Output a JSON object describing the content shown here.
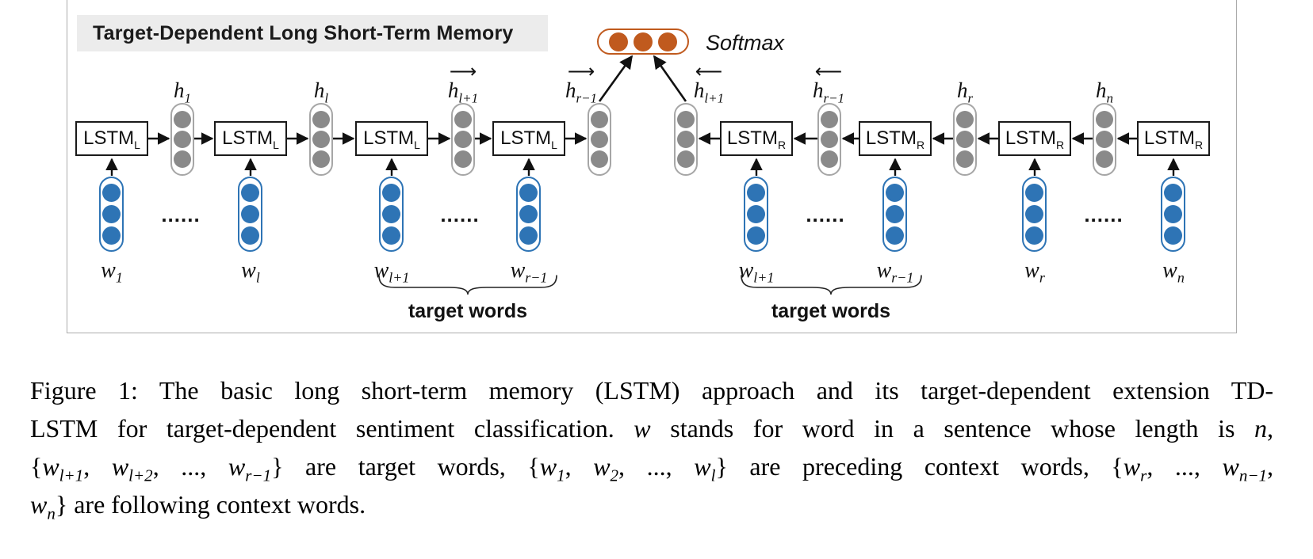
{
  "colors": {
    "input_blue": "#2e74b5",
    "hidden_gray": "#8a8a8a",
    "softmax_orange": "#c05a1e",
    "title_chip_bg": "#ececec",
    "lstm_box_border": "#1a1a1a",
    "figure_border": "#ababab"
  },
  "figure": {
    "title": "Target-Dependent Long Short-Term Memory",
    "softmax_label": "Softmax",
    "ellipsis": "......",
    "target_words_left": "target words",
    "target_words_right": "target words",
    "lstm_units": [
      {
        "label": "LSTM",
        "sub": "L"
      },
      {
        "label": "LSTM",
        "sub": "L"
      },
      {
        "label": "LSTM",
        "sub": "L"
      },
      {
        "label": "LSTM",
        "sub": "L"
      },
      {
        "label": "LSTM",
        "sub": "R"
      },
      {
        "label": "LSTM",
        "sub": "R"
      },
      {
        "label": "LSTM",
        "sub": "R"
      },
      {
        "label": "LSTM",
        "sub": "R"
      }
    ],
    "h_vectors": [
      {
        "base": "h",
        "sub": "1",
        "arrow": ""
      },
      {
        "base": "h",
        "sub": "l",
        "arrow": ""
      },
      {
        "base": "h",
        "sub": "l+1",
        "arrow": "⟶"
      },
      {
        "base": "h",
        "sub": "r−1",
        "arrow": "⟶"
      },
      {
        "base": "h",
        "sub": "l+1",
        "arrow": "⟵"
      },
      {
        "base": "h",
        "sub": "r−1",
        "arrow": "⟵"
      },
      {
        "base": "h",
        "sub": "r",
        "arrow": ""
      },
      {
        "base": "h",
        "sub": "n",
        "arrow": ""
      }
    ],
    "w_inputs": [
      {
        "base": "w",
        "sub": "1"
      },
      {
        "base": "w",
        "sub": "l"
      },
      {
        "base": "w",
        "sub": "l+1"
      },
      {
        "base": "w",
        "sub": "r−1"
      },
      {
        "base": "w",
        "sub": "l+1"
      },
      {
        "base": "w",
        "sub": "r−1"
      },
      {
        "base": "w",
        "sub": "r"
      },
      {
        "base": "w",
        "sub": "n"
      }
    ]
  },
  "caption": {
    "lines": [
      [
        {
          "t": "Figure 1: The basic long short-term memory (LSTM) approach and its target-dependent extension TD-"
        }
      ],
      [
        {
          "t": "LSTM for target-dependent sentiment classification. "
        },
        {
          "m": "w"
        },
        {
          "t": " stands for word in a sentence whose length is "
        },
        {
          "m": "n"
        },
        {
          "t": ","
        }
      ],
      [
        {
          "t": "{"
        },
        {
          "m": "w",
          "s": "l+1"
        },
        {
          "t": ", "
        },
        {
          "m": "w",
          "s": "l+2"
        },
        {
          "t": ", ..., "
        },
        {
          "m": "w",
          "s": "r−1"
        },
        {
          "t": "} are target words, {"
        },
        {
          "m": "w",
          "s": "1"
        },
        {
          "t": ", "
        },
        {
          "m": "w",
          "s": "2"
        },
        {
          "t": ", ..., "
        },
        {
          "m": "w",
          "s": "l"
        },
        {
          "t": "} are preceding context words, {"
        },
        {
          "m": "w",
          "s": "r"
        },
        {
          "t": ", ..., "
        },
        {
          "m": "w",
          "s": "n−1"
        },
        {
          "t": ","
        }
      ],
      [
        {
          "m": "w",
          "s": "n"
        },
        {
          "t": "} are following context words."
        }
      ]
    ]
  }
}
